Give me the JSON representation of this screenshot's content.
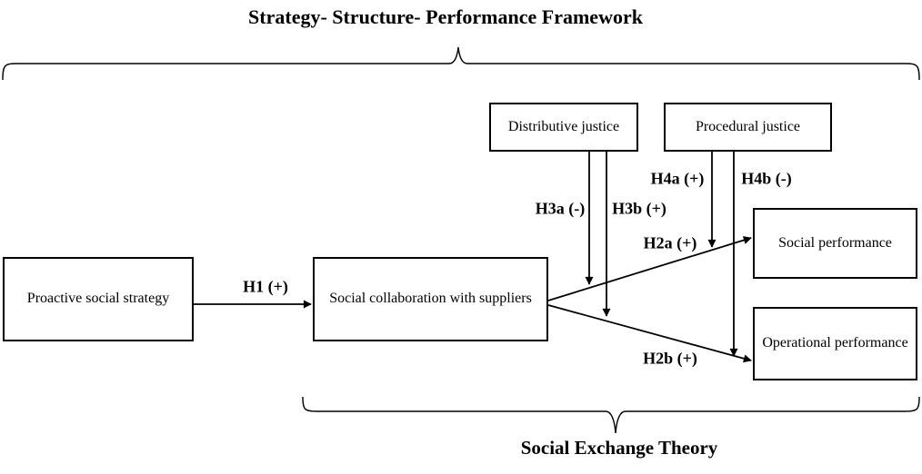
{
  "titles": {
    "top": "Strategy- Structure- Performance Framework",
    "bottom": "Social Exchange Theory"
  },
  "boxes": {
    "proactive": {
      "label": "Proactive social strategy"
    },
    "collaboration": {
      "label": "Social collaboration with suppliers"
    },
    "distributive": {
      "label": "Distributive justice"
    },
    "procedural": {
      "label": "Procedural justice"
    },
    "social_performance": {
      "label": "Social performance"
    },
    "operational_performance": {
      "label": "Operational performance"
    }
  },
  "hypotheses": {
    "h1": {
      "label": "H1 (+)"
    },
    "h2a": {
      "label": "H2a (+)"
    },
    "h2b": {
      "label": "H2b (+)"
    },
    "h3a": {
      "label": "H3a (-)"
    },
    "h3b": {
      "label": "H3b (+)"
    },
    "h4a": {
      "label": "H4a (+)"
    },
    "h4b": {
      "label": "H4b (-)"
    }
  },
  "colors": {
    "line": "#000000",
    "background": "#ffffff",
    "text": "#000000"
  }
}
